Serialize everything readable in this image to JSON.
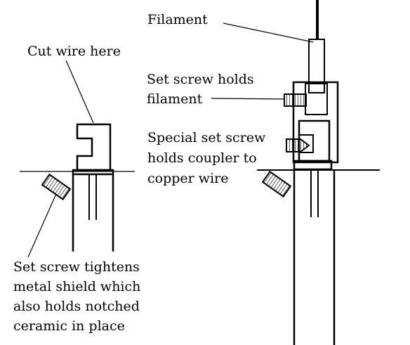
{
  "labels": {
    "filament": "Filament",
    "cut_wire": "Cut wire here",
    "set_screw_filament_line1": "Set screw holds",
    "set_screw_filament_line2": "filament",
    "special_set_screw_line1": "Special set screw",
    "special_set_screw_line2": "holds coupler to",
    "special_set_screw_line3": "copper wire",
    "shield_screw_line1": "Set screw tightens",
    "shield_screw_line2": "metal shield which",
    "shield_screw_line3": "also holds notched",
    "shield_screw_line4": "ceramic in place"
  },
  "colors": {
    "ink": "#000000",
    "background": "#ffffff"
  }
}
